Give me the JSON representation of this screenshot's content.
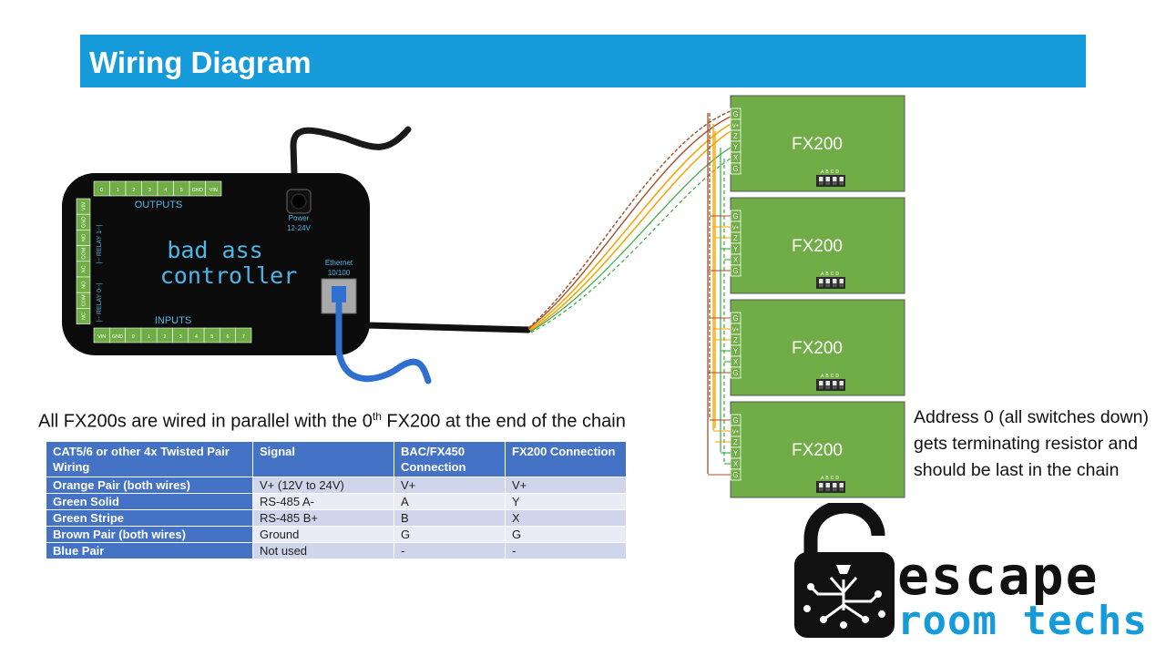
{
  "title": "Wiring Diagram",
  "controller": {
    "brand_line1": "bad ass",
    "brand_line2": "controller",
    "outputs_label": "OUTPUTS",
    "inputs_label": "INPUTS",
    "output_pins": [
      "0",
      "1",
      "2",
      "3",
      "4",
      "5",
      "GND",
      "VIN"
    ],
    "input_pins": [
      "VIN",
      "GND",
      "0",
      "1",
      "2",
      "3",
      "4",
      "5",
      "6",
      "7"
    ],
    "relay_pins": [
      "VIN",
      "GND",
      "NO",
      "COM",
      "NC",
      "NO",
      "COM",
      "NC"
    ],
    "relay_labels": [
      "|-- RELAY 1--|",
      "|-- RELAY 0--|"
    ],
    "power_label": "Power",
    "power_voltage": "12-24V",
    "ethernet_label": "Ethernet",
    "ethernet_speed": "10/100"
  },
  "fx200": {
    "label": "FX200",
    "pins": [
      "G",
      "V+",
      "Z",
      "Y",
      "X",
      "G"
    ],
    "dip_letters": "ABCD",
    "count": 4
  },
  "caption": {
    "before": "All FX200s are wired in parallel with the 0",
    "sup": "th",
    "after": " FX200 at the end of the chain"
  },
  "note": "Address 0 (all switches down) gets terminating resistor and should be last in the chain",
  "table": {
    "headers": [
      "CAT5/6 or other 4x Twisted Pair Wiring",
      "Signal",
      "BAC/FX450 Connection",
      "FX200 Connection"
    ],
    "rows": [
      [
        "Orange Pair (both wires)",
        "V+ (12V to 24V)",
        "V+",
        "V+"
      ],
      [
        "Green Solid",
        "RS-485 A-",
        "A",
        "Y"
      ],
      [
        "Green Stripe",
        "RS-485 B+",
        "B",
        "X"
      ],
      [
        "Brown Pair (both wires)",
        "Ground",
        "G",
        "G"
      ],
      [
        "Blue Pair",
        "Not used",
        "-",
        "-"
      ]
    ]
  },
  "logo": {
    "word1": "escape",
    "word2": "room techs"
  },
  "colors": {
    "banner": "#159bd9",
    "controller": "#0b0b0b",
    "terminal": "#70ad47",
    "fx200": "#70ad47",
    "wire_brown": "#a0522d",
    "wire_orange": "#f0a500",
    "wire_green": "#3aa845",
    "power_cable": "#1a1a1a",
    "ethernet_cable": "#2e6fd0",
    "table_header": "#4472c4"
  }
}
